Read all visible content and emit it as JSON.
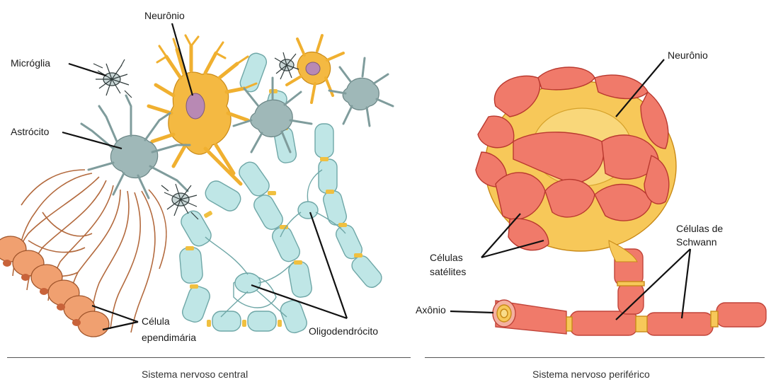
{
  "central": {
    "caption": "Sistema nervoso central",
    "labels": {
      "neuronio": "Neurônio",
      "microglia": "Micróglia",
      "astrocito": "Astrócito",
      "celula_ependimaria_1": "Célula",
      "celula_ependimaria_2": "ependimária",
      "oligodendrocito": "Oligodendrócito"
    }
  },
  "peripheral": {
    "caption": "Sistema nervoso periférico",
    "labels": {
      "neuronio": "Neurônio",
      "celulas_satelites_1": "Células",
      "celulas_satelites_2": "satélites",
      "celulas_schwann_1": "Células de",
      "celulas_schwann_2": "Schwann",
      "axonio": "Axônio"
    }
  },
  "colors": {
    "neuron": "#f4b942",
    "nucleus": "#b889b4",
    "glia": "#9fb8b8",
    "myelin": "#bfe6e6",
    "ependymal": "#f0a070",
    "ependymal_fiber": "#b36a3e",
    "satellite": "#f07a6a",
    "soma_pns": "#f7c859"
  }
}
